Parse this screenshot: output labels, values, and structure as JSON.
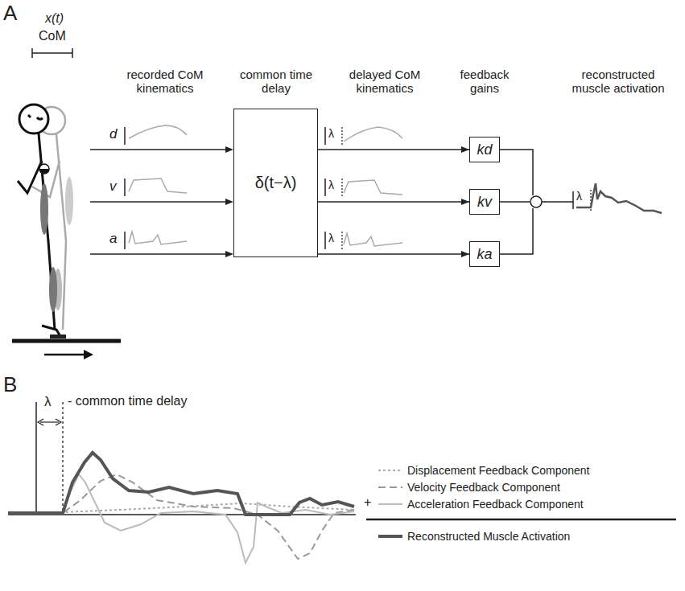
{
  "diagram": {
    "nodes": [
      {
        "text": [
          "δ(t−λ)"
        ]
      },
      {
        "text": [
          "kd"
        ]
      },
      {
        "text": [
          "kv"
        ]
      },
      {
        "text": [
          "ka"
        ]
      }
    ],
    "edges": [
      {
        "from": 0,
        "to": 1,
        "arrow": "to"
      },
      {
        "from": 0,
        "to": 2,
        "arrow": "to"
      },
      {
        "from": 0,
        "to": 3,
        "arrow": "to"
      }
    ],
    "labels": [
      "A",
      "x(t)",
      "CoM",
      "recorded CoM kinematics",
      "common time delay",
      "delayed CoM kinematics",
      "feedback gains",
      "reconstructed muscle activation",
      "d",
      "v",
      "a",
      "λ",
      "λ",
      "λ",
      "λ",
      "B",
      "λ",
      "- common time delay",
      "+"
    ],
    "legend": [
      {
        "text": "Displacement Feedback Component"
      },
      {
        "text": "Velocity Feedback Component"
      },
      {
        "text": "Acceleration Feedback Component"
      },
      {
        "text": "Reconstructed Muscle Activation"
      }
    ]
  }
}
